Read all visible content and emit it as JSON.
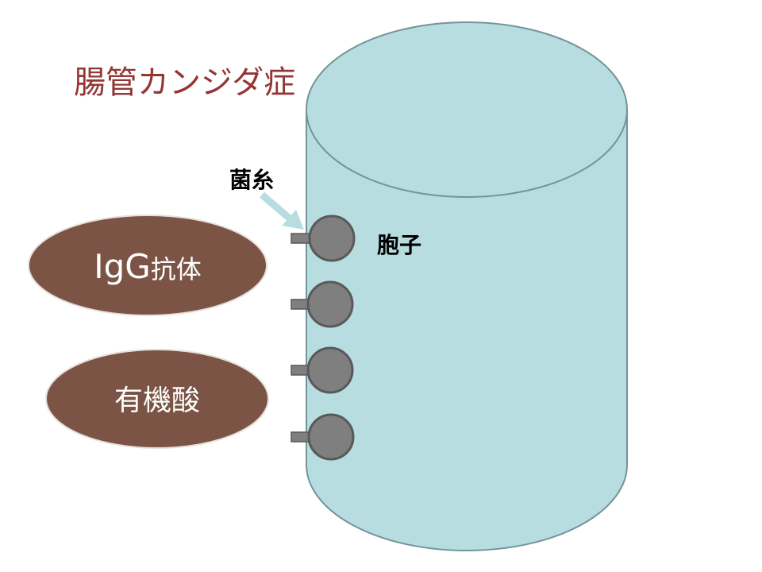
{
  "title": "腸管カンジダ症",
  "labels": {
    "hypha": "菌糸",
    "spore": "胞子"
  },
  "factors": {
    "igg_prefix": "IgG",
    "igg_suffix": "抗体",
    "organic_acid": "有機酸"
  },
  "colors": {
    "title": "#943634",
    "cylinder_fill": "#b7dde1",
    "cylinder_stroke": "#72949a",
    "ellipse_fill": "#7b5445",
    "spore_fill": "#7f7f7f",
    "spore_stroke": "#595959",
    "arrow": "#b7dde1",
    "ellipse_text": "#ffffff"
  }
}
